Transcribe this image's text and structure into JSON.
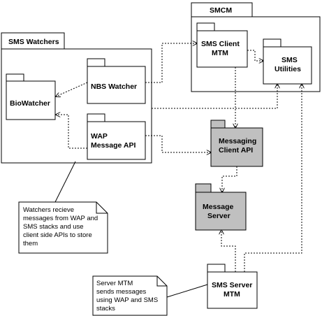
{
  "diagram": {
    "containers": {
      "sms_watchers": {
        "title": "SMS Watchers"
      },
      "smcm": {
        "title": "SMCM"
      }
    },
    "packages": {
      "biowatcher": {
        "lines": [
          "BioWatcher"
        ],
        "shaded": false
      },
      "nbs_watcher": {
        "lines": [
          "NBS Watcher"
        ],
        "shaded": false
      },
      "wap_message_api": {
        "lines": [
          "WAP",
          "Message API"
        ],
        "shaded": false
      },
      "sms_client_mtm": {
        "lines": [
          "SMS Client",
          "MTM"
        ],
        "shaded": false
      },
      "sms_utilities": {
        "lines": [
          "SMS",
          "Utilities"
        ],
        "shaded": false
      },
      "messaging_client_api": {
        "lines": [
          "Messaging",
          "Client API"
        ],
        "shaded": true
      },
      "message_server": {
        "lines": [
          "Message",
          "Server"
        ],
        "shaded": true
      },
      "sms_server_mtm": {
        "lines": [
          "SMS Server",
          "MTM"
        ],
        "shaded": false
      }
    },
    "notes": {
      "watchers_note": {
        "lines": [
          "Watchers recieve",
          "messages from WAP and",
          "SMS stacks and use",
          "client side APIs to store",
          "them"
        ]
      },
      "server_mtm_note": {
        "lines": [
          "Server MTM",
          "sends messages",
          "using WAP and SMS",
          "stacks"
        ]
      }
    },
    "colors": {
      "line": "#000000",
      "shaded_fill": "#c0c0c0",
      "background": "#ffffff"
    }
  }
}
